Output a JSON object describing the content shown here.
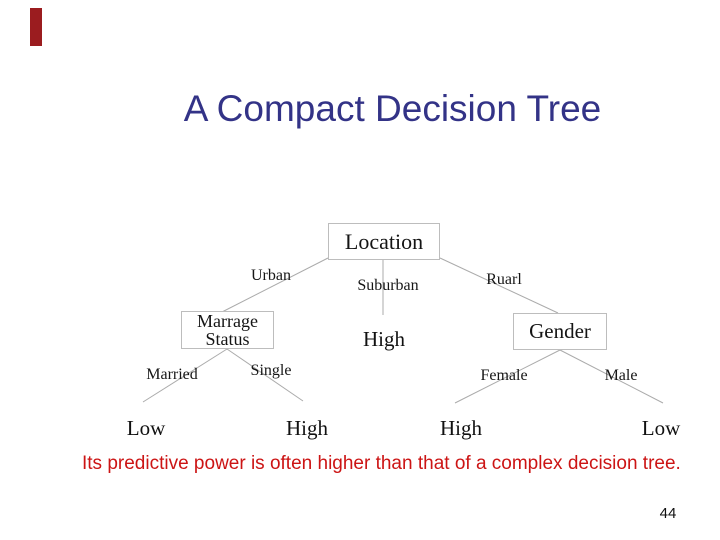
{
  "slide": {
    "title": "A Compact Decision Tree",
    "note": "Its predictive power is often higher than that of a complex decision tree.",
    "page_number": "44",
    "colors": {
      "title": "#333387",
      "note": "#CC1414",
      "accent_bar": "#9B1C1F",
      "tree_lines": "#ABABAB",
      "box_border": "#BDBDBD"
    }
  },
  "tree": {
    "root": {
      "label": "Location"
    },
    "internal_nodes": {
      "marriage_status": {
        "line1": "Marrage",
        "line2": "Status"
      },
      "gender": {
        "label": "Gender"
      }
    },
    "branch_labels": {
      "urban": "Urban",
      "suburban": "Suburban",
      "rural": "Ruarl",
      "married": "Married",
      "single": "Single",
      "female": "Female",
      "male": "Male"
    },
    "leaves": {
      "suburban_leaf": "High",
      "married_leaf": "Low",
      "single_leaf": "High",
      "female_leaf": "High",
      "male_leaf": "Low"
    }
  }
}
